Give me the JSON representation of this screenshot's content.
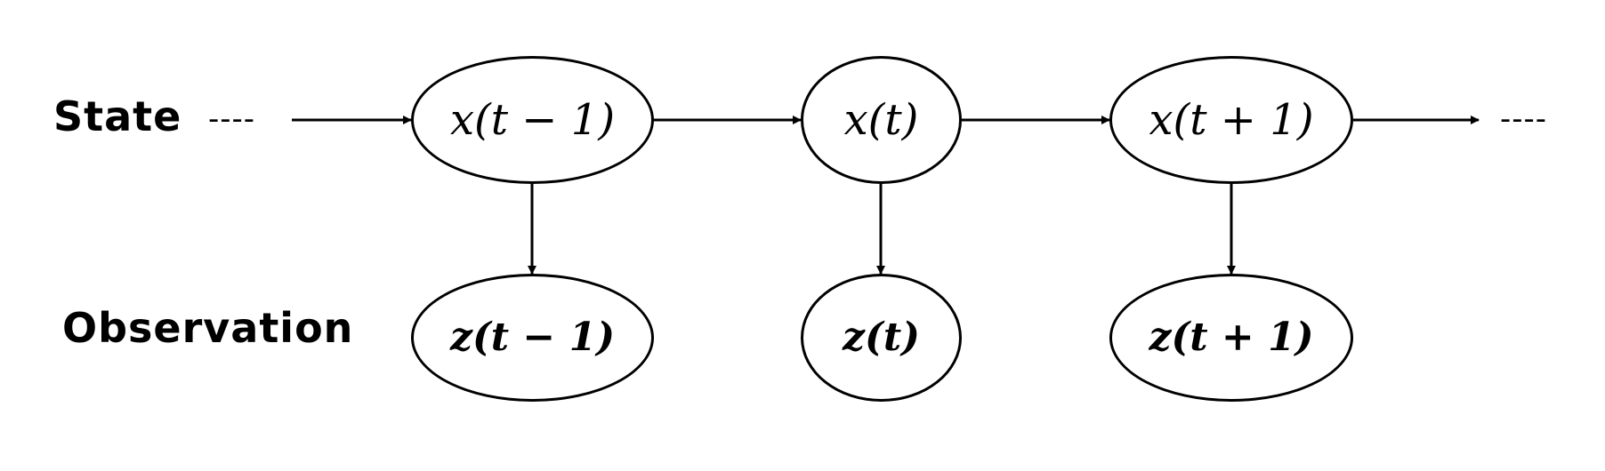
{
  "labels": {
    "state": "State",
    "observation": "Observation",
    "ellipsis_left": "----",
    "ellipsis_right": "----"
  },
  "nodes": {
    "x_prev": "x(t − 1)",
    "x_cur": "x(t)",
    "x_next": "x(t + 1)",
    "z_prev": "z(t − 1)",
    "z_cur": "z(t)",
    "z_next": "z(t + 1)"
  },
  "colors": {
    "stroke": "#000000",
    "background": "#ffffff"
  }
}
